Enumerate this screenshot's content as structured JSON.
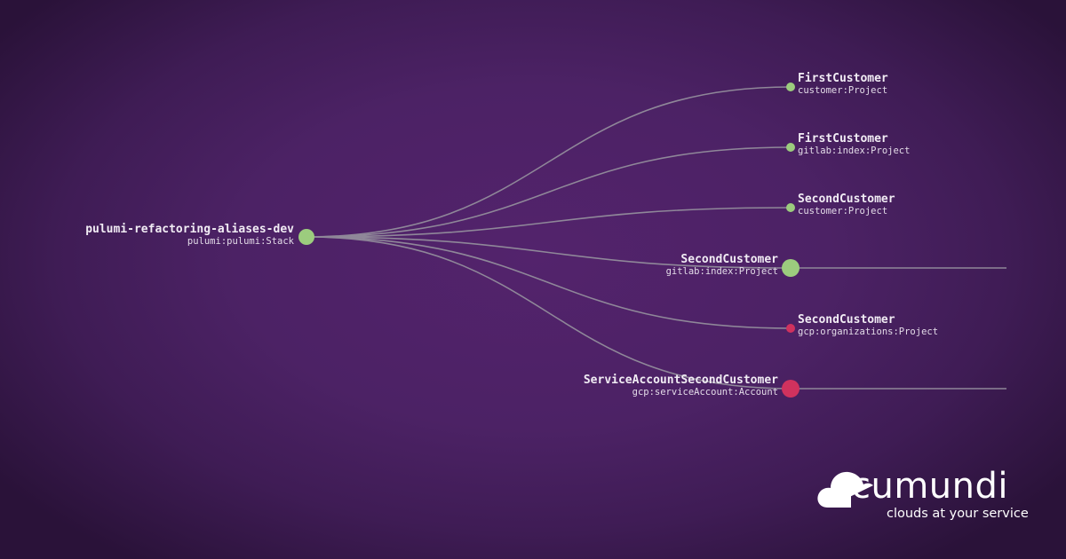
{
  "graph": {
    "root": {
      "name": "pulumi-refactoring-aliases-dev",
      "type": "pulumi:pulumi:Stack",
      "status": "ok"
    },
    "children": [
      {
        "name": "FirstCustomer",
        "type": "customer:Project",
        "status": "ok",
        "expanded": false
      },
      {
        "name": "FirstCustomer",
        "type": "gitlab:index:Project",
        "status": "ok",
        "expanded": false
      },
      {
        "name": "SecondCustomer",
        "type": "customer:Project",
        "status": "ok",
        "expanded": false
      },
      {
        "name": "SecondCustomer",
        "type": "gitlab:index:Project",
        "status": "ok",
        "expanded": true
      },
      {
        "name": "SecondCustomer",
        "type": "gcp:organizations:Project",
        "status": "error",
        "expanded": false
      },
      {
        "name": "ServiceAccountSecondCustomer",
        "type": "gcp:serviceAccount:Account",
        "status": "error",
        "expanded": true
      }
    ]
  },
  "colors": {
    "ok": "#9ccc7e",
    "error": "#d0325e",
    "edge": "#8f8799"
  },
  "brand": {
    "name": "cumundi",
    "tagline": "clouds at your service",
    "icon": "cloud-icon"
  }
}
